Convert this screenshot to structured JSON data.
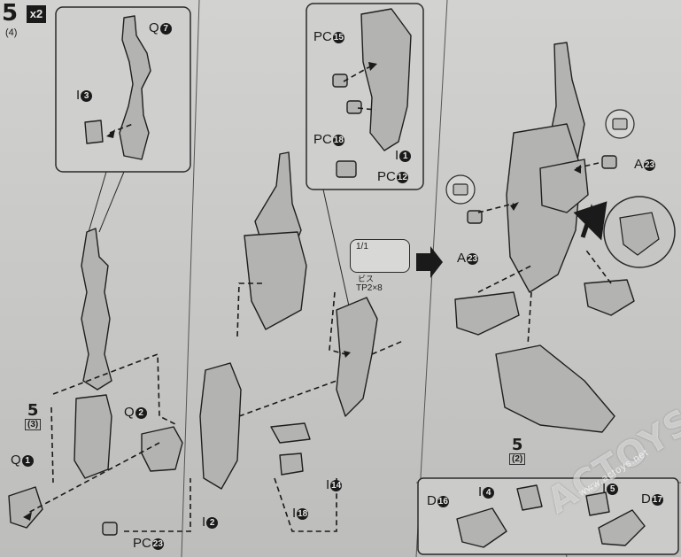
{
  "step": {
    "number": "5",
    "multiplier": "x2",
    "sub": "(4)"
  },
  "ref_steps": {
    "left": {
      "number": "5",
      "sub": "(3)"
    },
    "right": {
      "number": "5",
      "sub": "(2)"
    }
  },
  "labels": {
    "q7": {
      "text": "Q",
      "num": "7"
    },
    "i3": {
      "text": "I",
      "num": "3"
    },
    "pc15": {
      "text": "PC",
      "num": "15"
    },
    "pc18": {
      "text": "PC",
      "num": "18"
    },
    "i1": {
      "text": "I",
      "num": "1"
    },
    "pc12": {
      "text": "PC",
      "num": "12"
    },
    "a23_top": {
      "text": "A",
      "num": "23"
    },
    "a23_left": {
      "text": "A",
      "num": "23"
    },
    "q2": {
      "text": "Q",
      "num": "2"
    },
    "q1": {
      "text": "Q",
      "num": "1"
    },
    "pc23": {
      "text": "PC",
      "num": "23"
    },
    "i2": {
      "text": "I",
      "num": "2"
    },
    "i14": {
      "text": "I",
      "num": "14"
    },
    "i18": {
      "text": "I",
      "num": "18"
    },
    "d16": {
      "text": "D",
      "num": "16"
    },
    "i4": {
      "text": "I",
      "num": "4"
    },
    "i5": {
      "text": "I",
      "num": "5"
    },
    "d17": {
      "text": "D",
      "num": "17"
    }
  },
  "screw": {
    "scale": "1/1",
    "name": "ビス",
    "spec": "TP2×8"
  },
  "watermark": {
    "brand": "ACTOYS",
    "site": "www.actoys.net"
  },
  "colors": {
    "paper": "#c9c9c7",
    "ink": "#1a1a1a",
    "part_fill": "#b3b3b1"
  }
}
